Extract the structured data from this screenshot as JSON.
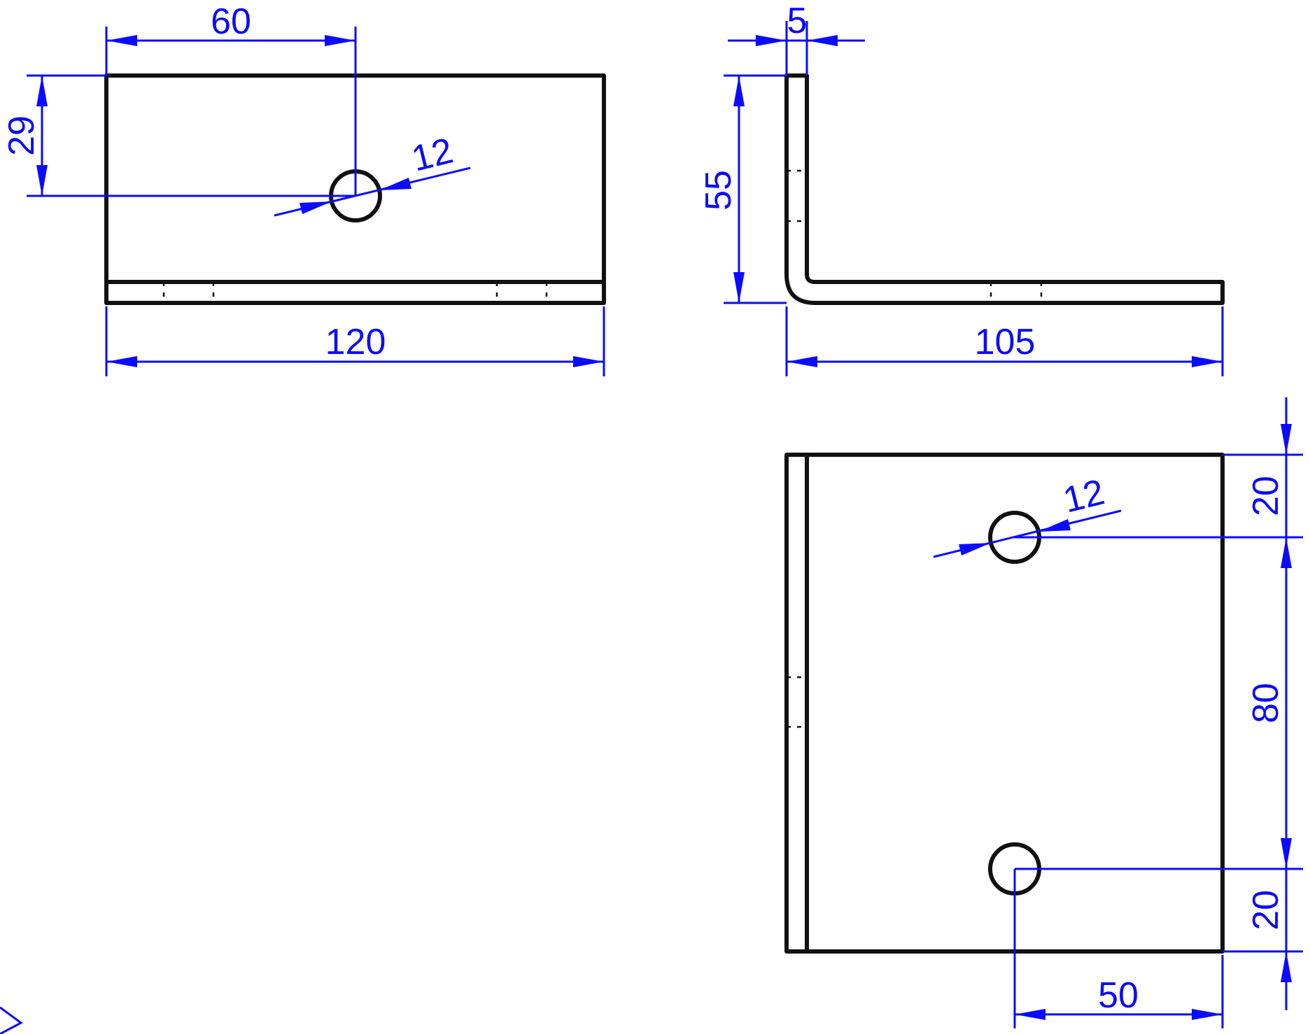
{
  "colors": {
    "part": "#111111",
    "dimension": "#0b0bff",
    "background": "#ffffff"
  },
  "views": {
    "front": {
      "width_label": "120",
      "hole_x_label": "60",
      "hole_y_label": "29",
      "hole_diameter_label": "12"
    },
    "side": {
      "thickness_label": "5",
      "height_label": "55",
      "length_label": "105"
    },
    "top": {
      "hole_diameter_label": "12",
      "top_offset_label": "20",
      "hole_spacing_label": "80",
      "bottom_offset_label": "20",
      "hole_x_label": "50"
    }
  }
}
